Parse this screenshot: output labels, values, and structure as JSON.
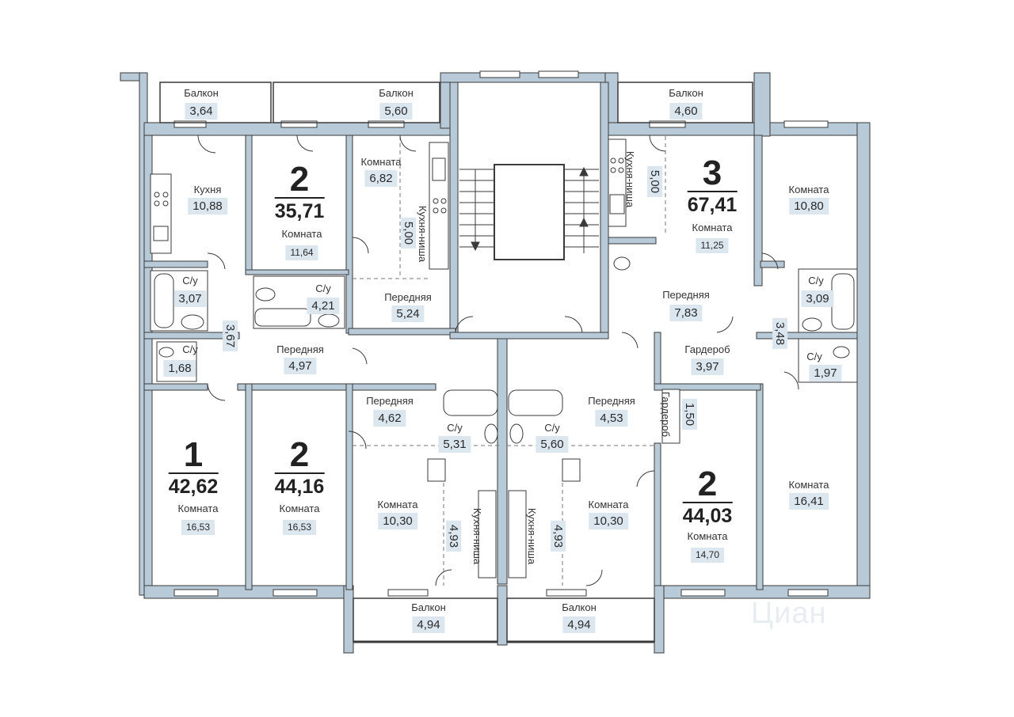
{
  "apartments": [
    {
      "id": "a1",
      "number": "1",
      "total": "42,62"
    },
    {
      "id": "a2a",
      "number": "2",
      "total": "35,71"
    },
    {
      "id": "a2b",
      "number": "2",
      "total": "44,16"
    },
    {
      "id": "a3",
      "number": "3",
      "total": "67,41"
    },
    {
      "id": "a2c",
      "number": "2",
      "total": "44,03"
    }
  ],
  "rooms": {
    "balcony_1": {
      "label": "Балкон",
      "area": "3,64"
    },
    "balcony_2": {
      "label": "Балкон",
      "area": "5,60"
    },
    "balcony_3": {
      "label": "Балкон",
      "area": "4,60"
    },
    "balcony_4": {
      "label": "Балкон",
      "area": "4,94"
    },
    "balcony_5": {
      "label": "Балкон",
      "area": "4,94"
    },
    "kitchen_1": {
      "label": "Кухня",
      "area": "10,88"
    },
    "bath_1": {
      "label": "С/у",
      "area": "3,07"
    },
    "wc_1": {
      "label": "С/у",
      "area": "1,68"
    },
    "hall_1": {
      "label": "Передняя",
      "area": "4,97"
    },
    "corr_1": {
      "area": "3,67"
    },
    "room_2a": {
      "label": "Комната",
      "area": "11,64"
    },
    "bath_2a": {
      "label": "С/у",
      "area": "4,21"
    },
    "room_2a_small": {
      "label": "Комната",
      "area": "6,82"
    },
    "niche_2a": {
      "label": "Кухня-ниша",
      "area": "5,00"
    },
    "hall_2a": {
      "label": "Передняя",
      "area": "5,24"
    },
    "niche_3": {
      "label": "Кухня-ниша",
      "area": "5,00"
    },
    "room_3a": {
      "label": "Комната",
      "area": "11,25"
    },
    "room_3b": {
      "label": "Комната",
      "area": "10,80"
    },
    "hall_3": {
      "label": "Передняя",
      "area": "7,83"
    },
    "bath_3": {
      "label": "С/у",
      "area": "3,09"
    },
    "corr_3": {
      "area": "3,48"
    },
    "wc_3": {
      "label": "С/у",
      "area": "1,97"
    },
    "wardrobe_3": {
      "label": "Гардероб",
      "area": "3,97"
    },
    "room_1": {
      "label": "Комната",
      "area": "16,53"
    },
    "room_2b": {
      "label": "Комната",
      "area": "16,53"
    },
    "hall_s1": {
      "label": "Передняя",
      "area": "4,62"
    },
    "bath_s1": {
      "label": "С/у",
      "area": "5,31"
    },
    "room_s1": {
      "label": "Комната",
      "area": "10,30"
    },
    "niche_s1": {
      "label": "Кухня-ниша",
      "area": "4,93"
    },
    "hall_s2": {
      "label": "Передняя",
      "area": "4,53"
    },
    "bath_s2": {
      "label": "С/у",
      "area": "5,60"
    },
    "room_s2": {
      "label": "Комната",
      "area": "10,30"
    },
    "niche_s2": {
      "label": "Кухня-ниша",
      "area": "4,93"
    },
    "wardrobe_2c": {
      "label": "Гардероб",
      "area": "1,50"
    },
    "room_2c": {
      "label": "Комната",
      "area": "14,70"
    },
    "room_3c": {
      "label": "Комната",
      "area": "16,41"
    }
  },
  "watermark": "Циан",
  "colors": {
    "wall": "#b8cad8",
    "area_bg": "#dbe6ef",
    "line": "#3a3a3a"
  }
}
